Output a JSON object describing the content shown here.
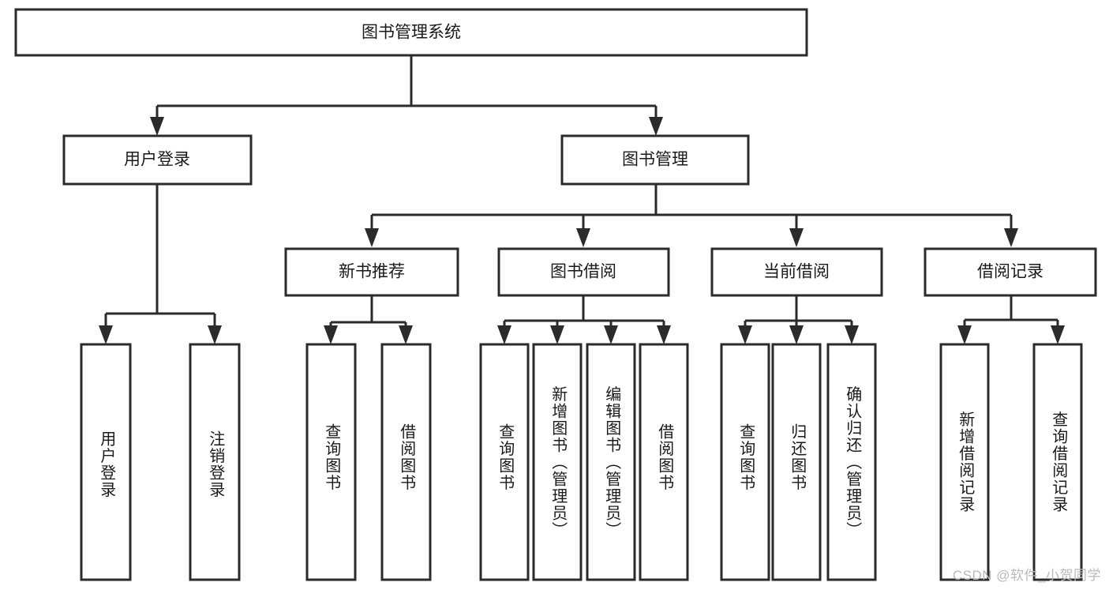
{
  "diagram": {
    "type": "tree-hierarchy-chart",
    "title": "图书管理系统",
    "root": {
      "id": "root",
      "label": "图书管理系统"
    },
    "level2": [
      {
        "id": "user-login",
        "label": "用户登录"
      },
      {
        "id": "book-manage",
        "label": "图书管理"
      }
    ],
    "level3": [
      {
        "id": "new-book-recommend",
        "label": "新书推荐"
      },
      {
        "id": "book-borrow",
        "label": "图书借阅"
      },
      {
        "id": "current-borrow",
        "label": "当前借阅"
      },
      {
        "id": "borrow-record",
        "label": "借阅记录"
      }
    ],
    "leaves": {
      "user_login": [
        {
          "id": "leaf-user-login",
          "label": "用户登录"
        },
        {
          "id": "leaf-logout-login",
          "label": "注销登录"
        }
      ],
      "new_book_recommend": [
        {
          "id": "leaf-query-book-1",
          "label": "查询图书"
        },
        {
          "id": "leaf-borrow-book-1",
          "label": "借阅图书"
        }
      ],
      "book_borrow": [
        {
          "id": "leaf-query-book-2",
          "label": "查询图书"
        },
        {
          "id": "leaf-add-book",
          "label": "新增图书（管理员）"
        },
        {
          "id": "leaf-edit-book",
          "label": "编辑图书（管理员）"
        },
        {
          "id": "leaf-borrow-book-2",
          "label": "借阅图书"
        }
      ],
      "current_borrow": [
        {
          "id": "leaf-query-book-3",
          "label": "查询图书"
        },
        {
          "id": "leaf-return-book",
          "label": "归还图书"
        },
        {
          "id": "leaf-confirm-return",
          "label": "确认归还（管理员）"
        }
      ],
      "borrow_record": [
        {
          "id": "leaf-add-record",
          "label": "新增借阅记录"
        },
        {
          "id": "leaf-query-record",
          "label": "查询借阅记录"
        }
      ]
    }
  },
  "watermark": {
    "text": "CSDN @软件_小贺同学"
  },
  "colors": {
    "stroke": "#2b2b2b",
    "fill": "#ffffff",
    "text": "#1a1a1a",
    "watermark": "#b9b9b9"
  }
}
